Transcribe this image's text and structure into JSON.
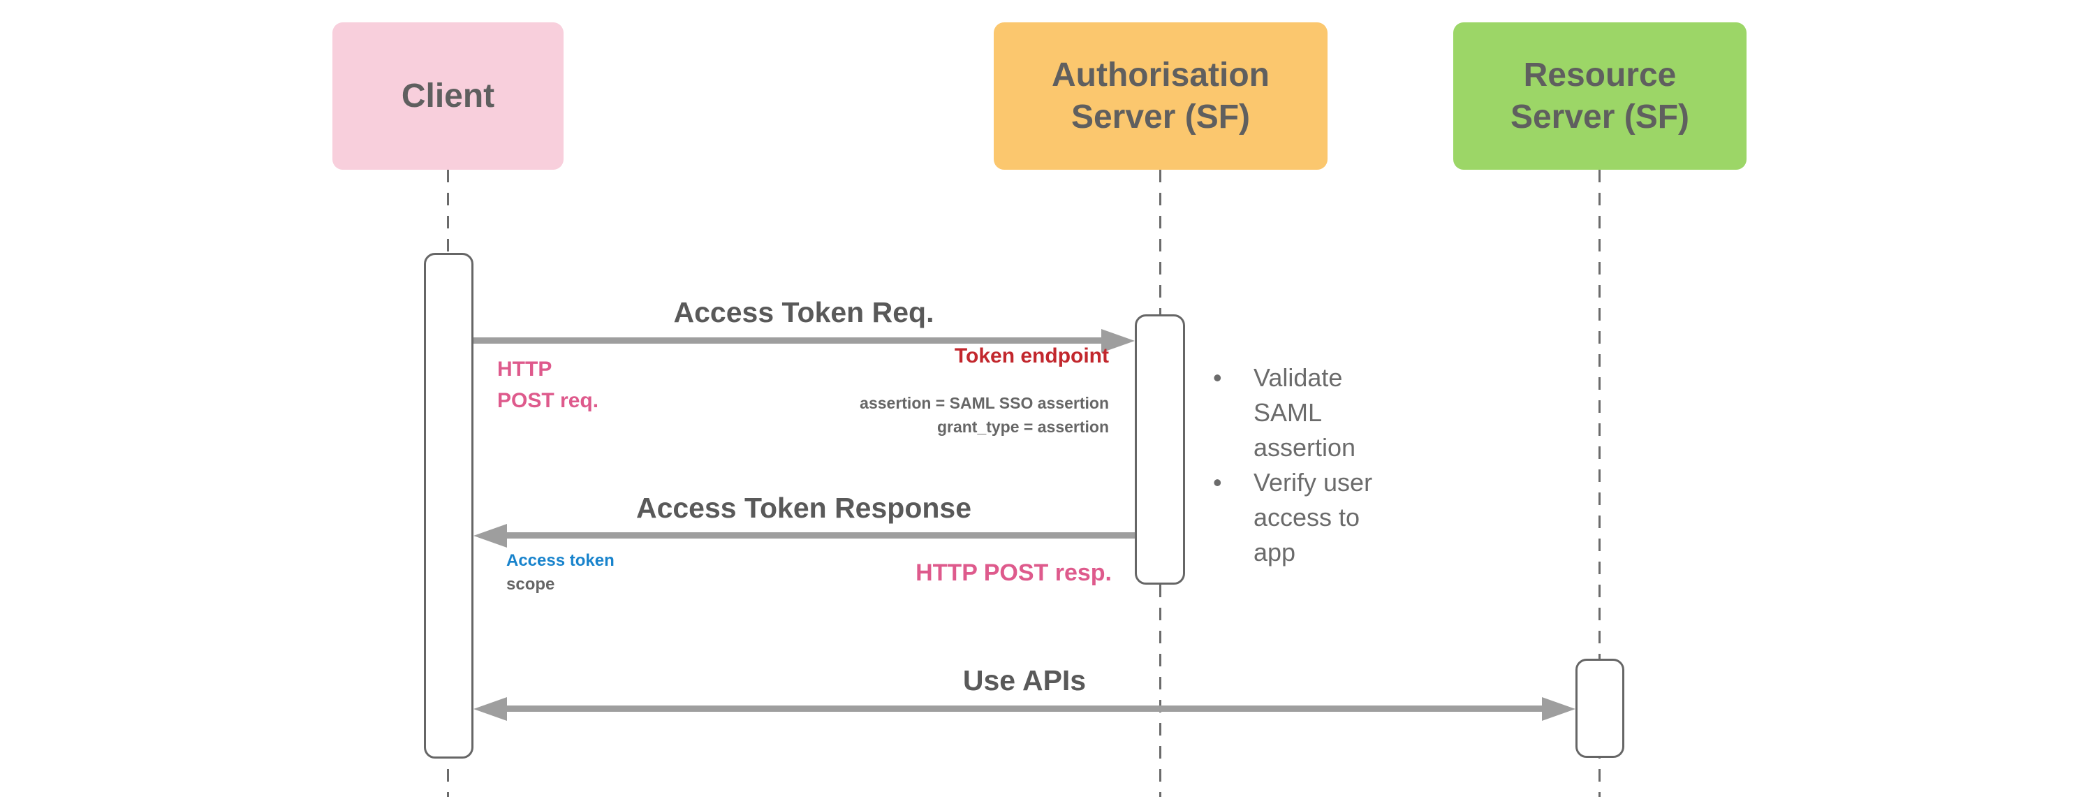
{
  "diagram": {
    "title_semantic": "SAML assertion OAuth access token flow sequence diagram",
    "actors": [
      {
        "id": "client",
        "label": "Client"
      },
      {
        "id": "auth-server",
        "label": "Authorisation Server (SF)"
      },
      {
        "id": "resource-server",
        "label": "Resource Server (SF)"
      }
    ],
    "messages": [
      {
        "id": "access-token-request",
        "title": "Access Token Req.",
        "from": "client",
        "to": "auth-server"
      },
      {
        "id": "access-token-response",
        "title": "Access Token Response",
        "from": "auth-server",
        "to": "client"
      },
      {
        "id": "use-apis",
        "title": "Use APIs",
        "from": "client",
        "to": "resource-server",
        "bidirectional": true
      }
    ],
    "annotations": {
      "http_post_req": "HTTP\nPOST req.",
      "token_endpoint": "Token endpoint",
      "request_params": "assertion =  SAML SSO assertion\ngrant_type = assertion",
      "auth_steps": [
        "Validate SAML assertion",
        "Verify user access to app"
      ],
      "access_token": "Access token",
      "scope": "scope",
      "http_post_resp": "HTTP POST resp."
    },
    "colors": {
      "background": "#FFFFFF",
      "client_fill": "#F8CFDC",
      "auth_fill": "#FBC76E",
      "resource_fill": "#9CD667",
      "actor_text": "#5F5F5F",
      "title_text": "#595959",
      "muted_text": "#666666",
      "bullet_text": "#6B6B6B",
      "pink_text": "#DE5A8C",
      "red_text": "#C2272D",
      "blue_text": "#1883CC",
      "arrow": "#9E9E9E",
      "lifeline": "#6B6B6B",
      "activation_border": "#666666"
    }
  }
}
